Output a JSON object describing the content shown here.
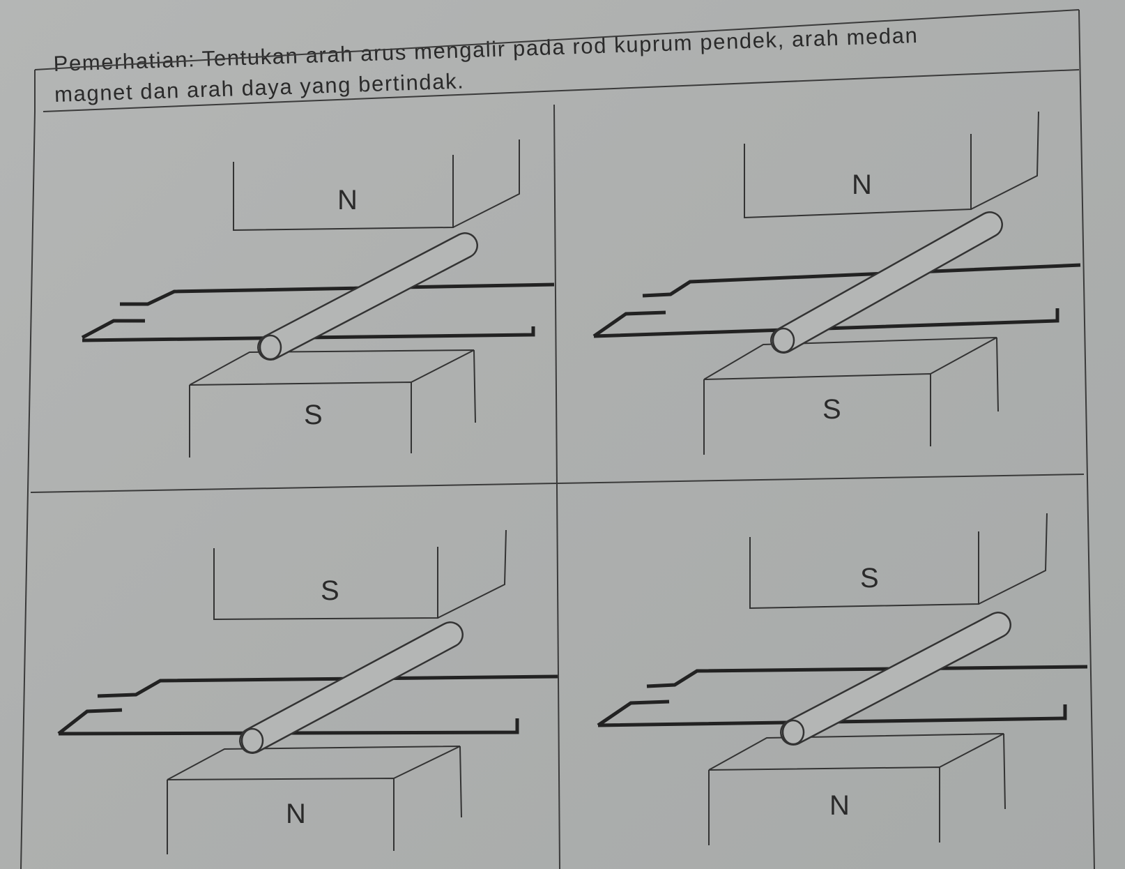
{
  "instruction": {
    "line1": "Pemerhatian: Tentukan arah arus mengalir pada rod kuprum pendek, arah medan",
    "line2": "magnet dan arah daya yang bertindak."
  },
  "diagrams": [
    {
      "top_pole": "N",
      "bottom_pole": "S"
    },
    {
      "top_pole": "N",
      "bottom_pole": "S"
    },
    {
      "top_pole": "S",
      "bottom_pole": "N"
    },
    {
      "top_pole": "S",
      "bottom_pole": "N"
    }
  ]
}
